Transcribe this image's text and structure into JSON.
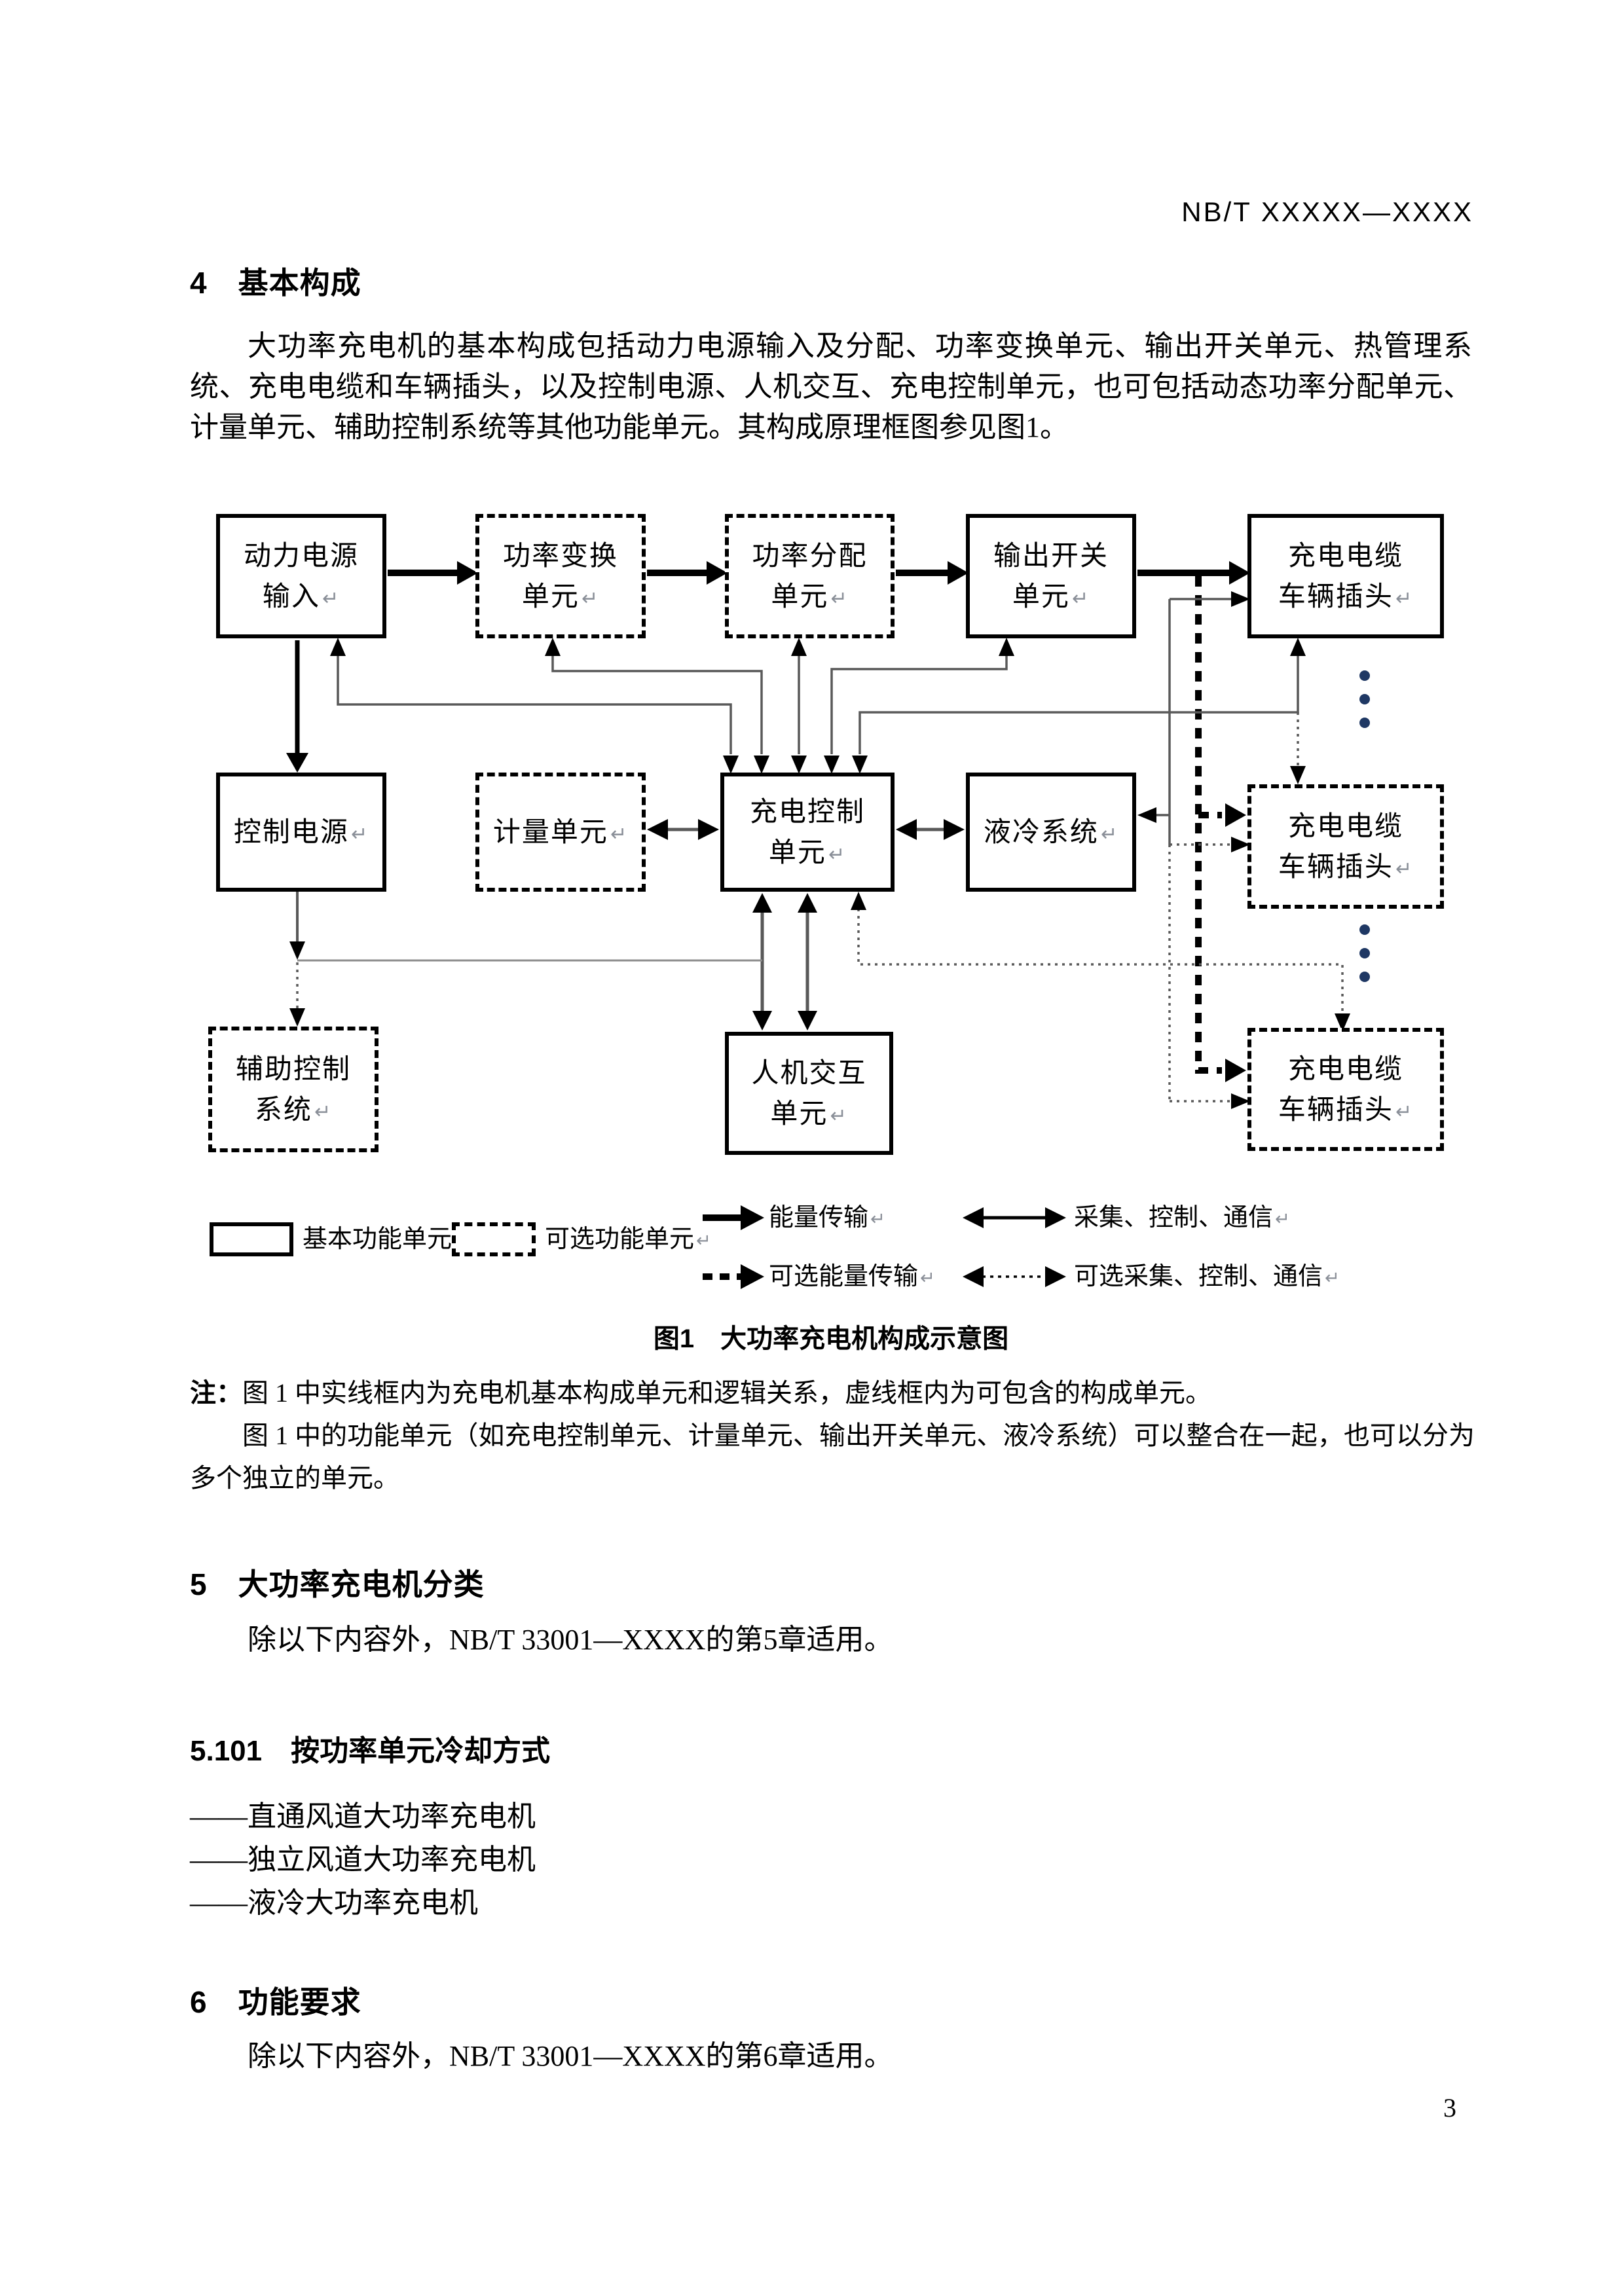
{
  "page": {
    "header": "NB/T XXXXX—XXXX",
    "page_number": "3"
  },
  "section4": {
    "heading": "4　基本构成",
    "paragraph": "大功率充电机的基本构成包括动力电源输入及分配、功率变换单元、输出开关单元、热管理系统、充电电缆和车辆插头，以及控制电源、人机交互、充电控制单元，也可包括动态功率分配单元、计量单元、辅助控制系统等其他功能单元。其构成原理框图参见图1。"
  },
  "figure": {
    "caption": "图1　大功率充电机构成示意图",
    "return_mark": "↵",
    "boxes": {
      "power_input": {
        "l1": "动力电源",
        "l2": "输入"
      },
      "power_conversion": {
        "l1": "功率变换",
        "l2": "单元"
      },
      "power_distribution": {
        "l1": "功率分配",
        "l2": "单元"
      },
      "output_switch": {
        "l1": "输出开关",
        "l2": "单元"
      },
      "cable_plug_1": {
        "l1": "充电电缆",
        "l2": "车辆插头"
      },
      "control_power": {
        "l1": "控制电源"
      },
      "metering": {
        "l1": "计量单元"
      },
      "charging_control": {
        "l1": "充电控制",
        "l2": "单元"
      },
      "liquid_cooling": {
        "l1": "液冷系统"
      },
      "cable_plug_2": {
        "l1": "充电电缆",
        "l2": "车辆插头"
      },
      "aux_control": {
        "l1": "辅助控制",
        "l2": "系统"
      },
      "hmi": {
        "l1": "人机交互",
        "l2": "单元"
      },
      "cable_plug_3": {
        "l1": "充电电缆",
        "l2": "车辆插头"
      }
    },
    "legend": {
      "basic_unit": "基本功能单元",
      "optional_unit": "可选功能单元",
      "energy": "能量传输",
      "optional_energy": "可选能量传输",
      "control": "采集、控制、通信",
      "optional_control": "可选采集、控制、通信"
    },
    "note_label": "注：",
    "note1": "图 1 中实线框内为充电机基本构成单元和逻辑关系，虚线框内为可包含的构成单元。",
    "note2": "图 1 中的功能单元（如充电控制单元、计量单元、输出开关单元、液冷系统）可以整合在一起，也可以分为多个独立的单元。"
  },
  "section5": {
    "heading": "5　大功率充电机分类",
    "body": "除以下内容外，NB/T 33001—XXXX的第5章适用。"
  },
  "section5_101": {
    "heading": "5.101　按功率单元冷却方式",
    "items": [
      "——直通风道大功率充电机",
      "——独立风道大功率充电机",
      "——液冷大功率充电机"
    ]
  },
  "section6": {
    "heading": "6　功能要求",
    "body": "除以下内容外，NB/T 33001—XXXX的第6章适用。"
  },
  "colors": {
    "ink": "#000000",
    "thin_line": "#595959",
    "gray_line": "#8c8c8c",
    "ellipsis_dot": "#1f3864",
    "return_mark": "#8a8f98"
  }
}
